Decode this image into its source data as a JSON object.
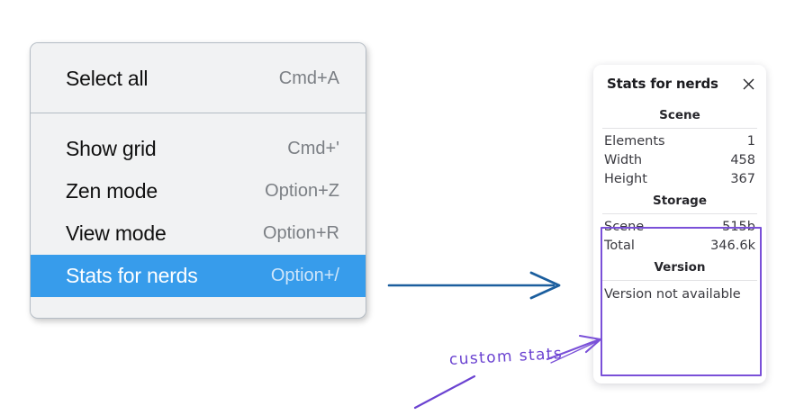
{
  "context_menu": {
    "groups": [
      {
        "items": [
          {
            "label": "Select all",
            "shortcut": "Cmd+A",
            "selected": false
          }
        ]
      },
      {
        "items": [
          {
            "label": "Show grid",
            "shortcut": "Cmd+'",
            "selected": false
          },
          {
            "label": "Zen mode",
            "shortcut": "Option+Z",
            "selected": false
          },
          {
            "label": "View mode",
            "shortcut": "Option+R",
            "selected": false
          },
          {
            "label": "Stats for nerds",
            "shortcut": "Option+/",
            "selected": true
          }
        ]
      }
    ],
    "highlight_color": "#379ceb",
    "background_color": "#f1f2f3"
  },
  "stats_panel": {
    "title": "Stats for nerds",
    "close_icon": "close-icon",
    "sections": [
      {
        "heading": "Scene",
        "rows": [
          {
            "label": "Elements",
            "value": "1"
          },
          {
            "label": "Width",
            "value": "458"
          },
          {
            "label": "Height",
            "value": "367"
          }
        ]
      },
      {
        "heading": "Storage",
        "rows": [
          {
            "label": "Scene",
            "value": "515b"
          },
          {
            "label": "Total",
            "value": "346.6k"
          }
        ]
      },
      {
        "heading": "Version",
        "single": "Version not available"
      }
    ]
  },
  "annotations": {
    "label": "custom stats",
    "label_color": "#6b43d1",
    "highlight_box_color": "#7a50d8",
    "flow_arrow_color": "#1b5e9e"
  }
}
